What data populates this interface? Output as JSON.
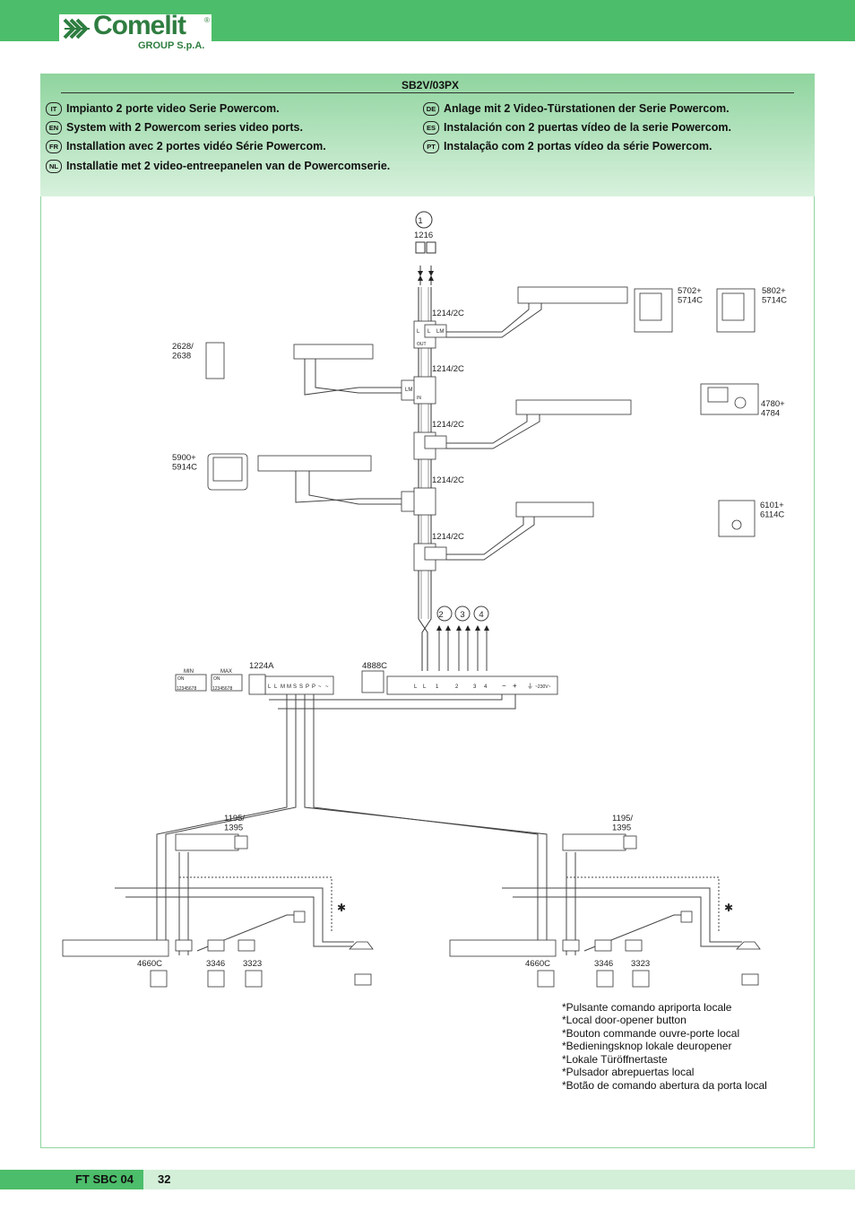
{
  "brand": {
    "name": "Comelit",
    "reg": "®",
    "sub": "GROUP S.p.A."
  },
  "model": "SB2V/03PX",
  "descriptions": [
    {
      "code": "IT",
      "text": "Impianto 2 porte video Serie Powercom."
    },
    {
      "code": "EN",
      "text": "System with 2 Powercom series video ports."
    },
    {
      "code": "FR",
      "text": "Installation avec 2 portes vidéo Série Powercom."
    },
    {
      "code": "NL",
      "text": "Installatie met 2 video-entreepanelen van de Powercomserie."
    },
    {
      "code": "DE",
      "text": "Anlage mit 2 Video-Türstationen der Serie Powercom."
    },
    {
      "code": "ES",
      "text": "Instalación con 2 puertas vídeo de la serie Powercom."
    },
    {
      "code": "PT",
      "text": "Instalação com 2 portas vídeo da série Powercom."
    }
  ],
  "diagram": {
    "riser_number": "1",
    "riser_model": "1216",
    "distributor_model": "1214/2C",
    "extra_risers": [
      "2",
      "3",
      "4"
    ],
    "devices": {
      "handset": "2628/\n2638",
      "monitor_left": "5900+\n5914C",
      "monitor_a": "5702+\n5714C",
      "monitor_b": "5802+\n5714C",
      "station_4780": "4780+\n4784",
      "station_6101": "6101+\n6114C",
      "power_supply": "1224A",
      "switcher": "4888C",
      "dip_min": "MIN",
      "dip_max": "MAX",
      "dip_on": "ON",
      "dip_digits": "12345678",
      "lock_relay": "1195/\n1395",
      "entrance_panel": "4660C",
      "module_3346": "3346",
      "module_3323": "3323"
    },
    "terminal_labels": {
      "distributor": [
        "L",
        "L",
        "LM",
        "LM",
        "OUT",
        "IN"
      ],
      "power": [
        "L",
        "L",
        "M",
        "M",
        "S",
        "S",
        "P",
        "P",
        "~",
        "~"
      ],
      "riser_outputs": [
        "L",
        "L",
        "1",
        "2",
        "3",
        "4",
        "−",
        "+"
      ],
      "mains": [
        "⏚",
        "~230V~"
      ]
    },
    "star": "✱"
  },
  "notes": [
    "*Pulsante comando apriporta locale",
    "*Local door-opener button",
    "*Bouton commande ouvre-porte local",
    "*Bedieningsknop lokale deuropener",
    "*Lokale Türöffnertaste",
    "*Pulsador abrepuertas local",
    "*Botão de comando abertura da porta local"
  ],
  "footer": {
    "code": "FT SBC 04",
    "page": "32"
  }
}
